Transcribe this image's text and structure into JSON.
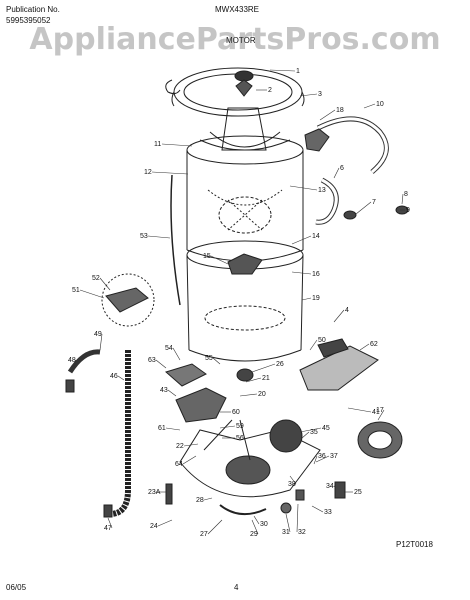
{
  "header": {
    "publication_label": "Publication No.",
    "publication_number": "5995395052",
    "model": "MWX433RE",
    "section": "MOTOR"
  },
  "watermark": "AppliancePartsPros.com",
  "footer": {
    "date": "06/05",
    "page": "4",
    "figure_code": "P12T0018"
  },
  "part_labels": [
    "1",
    "2",
    "3",
    "10",
    "18",
    "11",
    "12",
    "13",
    "8",
    "6",
    "9",
    "7",
    "53",
    "14",
    "15",
    "16",
    "19",
    "52",
    "51",
    "4",
    "49",
    "48",
    "46",
    "50",
    "62",
    "54",
    "55",
    "63",
    "26",
    "21",
    "20",
    "43",
    "41",
    "17",
    "60",
    "61",
    "59",
    "22",
    "56",
    "45",
    "64",
    "35",
    "38",
    "37",
    "36",
    "23A",
    "28",
    "34",
    "25",
    "24",
    "27",
    "29",
    "30",
    "31",
    "32",
    "33",
    "47"
  ]
}
